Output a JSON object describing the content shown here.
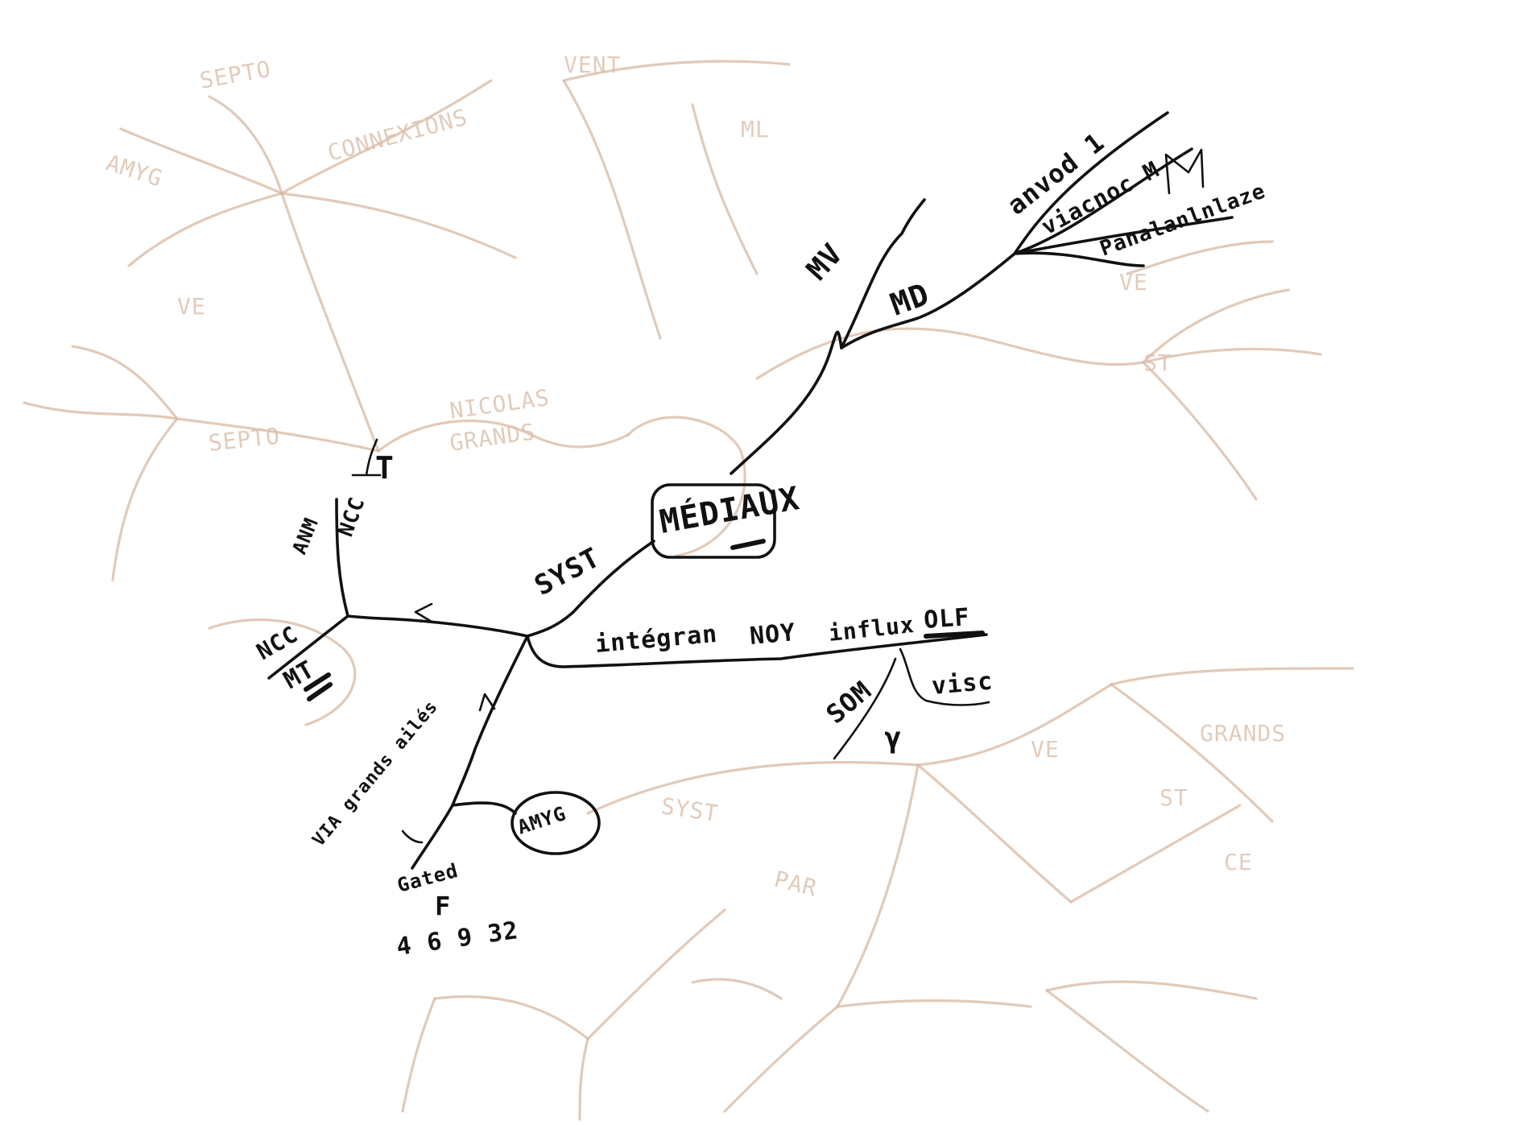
{
  "diagram": {
    "type": "handwritten-mind-map",
    "colors": {
      "ink": "#111111",
      "bleed_through": "#d7b8a2",
      "paper": "#ffffff"
    },
    "center": {
      "label": "MÉDIAUX"
    },
    "branches": {
      "mv": "MV",
      "md": "MD",
      "md_leaves": [
        "anvod 1",
        "viacnoc M",
        "Panalanlnlaze"
      ],
      "syst": "SYST",
      "integrant": "intégran",
      "noy": "NOY",
      "influx": "influx",
      "olf": "OLF",
      "som": "SOM",
      "visc": "visc",
      "gamma": "γ",
      "ncc_upper": "NCC",
      "anm": "ANM",
      "t": "T",
      "ncc_lower": "NCC",
      "mt": "MT",
      "amyg": "AMYG",
      "via_grands_ailes": "VIA grands ailés",
      "gated": "Gated",
      "f": "F",
      "numbers": "4 6 9 32"
    },
    "bleed_through_text": [
      "AMYG",
      "SYST",
      "ML",
      "VE",
      "ST",
      "NICOLAS",
      "GRANDS",
      "CE",
      "VENT",
      "PAR",
      "SEPTO"
    ]
  }
}
